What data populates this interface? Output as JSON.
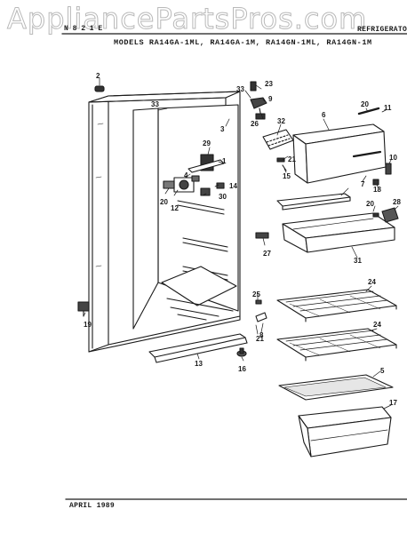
{
  "watermark": "AppliancePartsPros.com",
  "header": {
    "doc_code": "N 8 2 1 E",
    "section": "REFRIGERATOR",
    "models": "MODELS RA14GA-1ML, RA14GA-1M, RA14GN-1ML, RA14GN-1M"
  },
  "footer": {
    "date": "APRIL 1989"
  },
  "callouts": {
    "c1": "1",
    "c2": "2",
    "c3": "3",
    "c4": "4",
    "c5": "5",
    "c6": "6",
    "c7": "7",
    "c8": "8",
    "c9": "9",
    "c10": "10",
    "c11": "11",
    "c12": "12",
    "c13": "13",
    "c14": "14",
    "c15": "15",
    "c16": "16",
    "c17": "17",
    "c18": "18",
    "c19": "19",
    "c20a": "20",
    "c20b": "20",
    "c20c": "20",
    "c21a": "21",
    "c21b": "21",
    "c23": "23",
    "c24a": "24",
    "c24b": "24",
    "c25": "25",
    "c26": "26",
    "c27": "27",
    "c28": "28",
    "c29": "29",
    "c30": "30",
    "c31": "31",
    "c32": "32",
    "c33a": "33",
    "c33b": "33"
  }
}
